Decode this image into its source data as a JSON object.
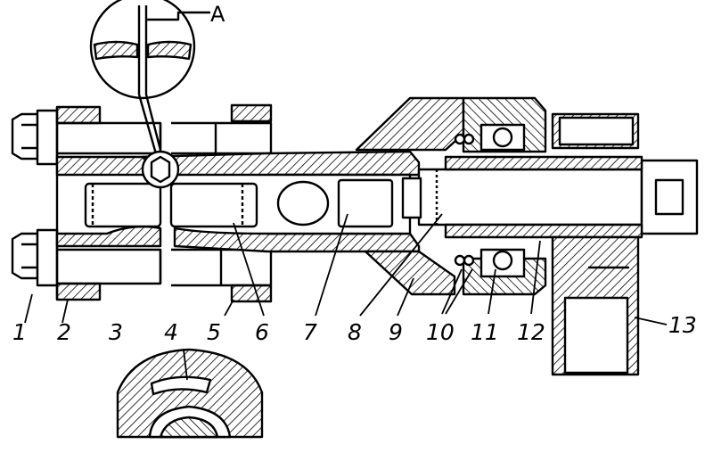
{
  "diagram": {
    "detail_label": "A",
    "callouts": [
      {
        "id": "c1",
        "text": "1"
      },
      {
        "id": "c2",
        "text": "2"
      },
      {
        "id": "c3",
        "text": "3"
      },
      {
        "id": "c4",
        "text": "4"
      },
      {
        "id": "c5",
        "text": "5"
      },
      {
        "id": "c6",
        "text": "6"
      },
      {
        "id": "c7",
        "text": "7"
      },
      {
        "id": "c8",
        "text": "8"
      },
      {
        "id": "c9",
        "text": "9"
      },
      {
        "id": "c10",
        "text": "10"
      },
      {
        "id": "c11",
        "text": "11"
      },
      {
        "id": "c12",
        "text": "12"
      },
      {
        "id": "c13",
        "text": "13"
      }
    ]
  }
}
